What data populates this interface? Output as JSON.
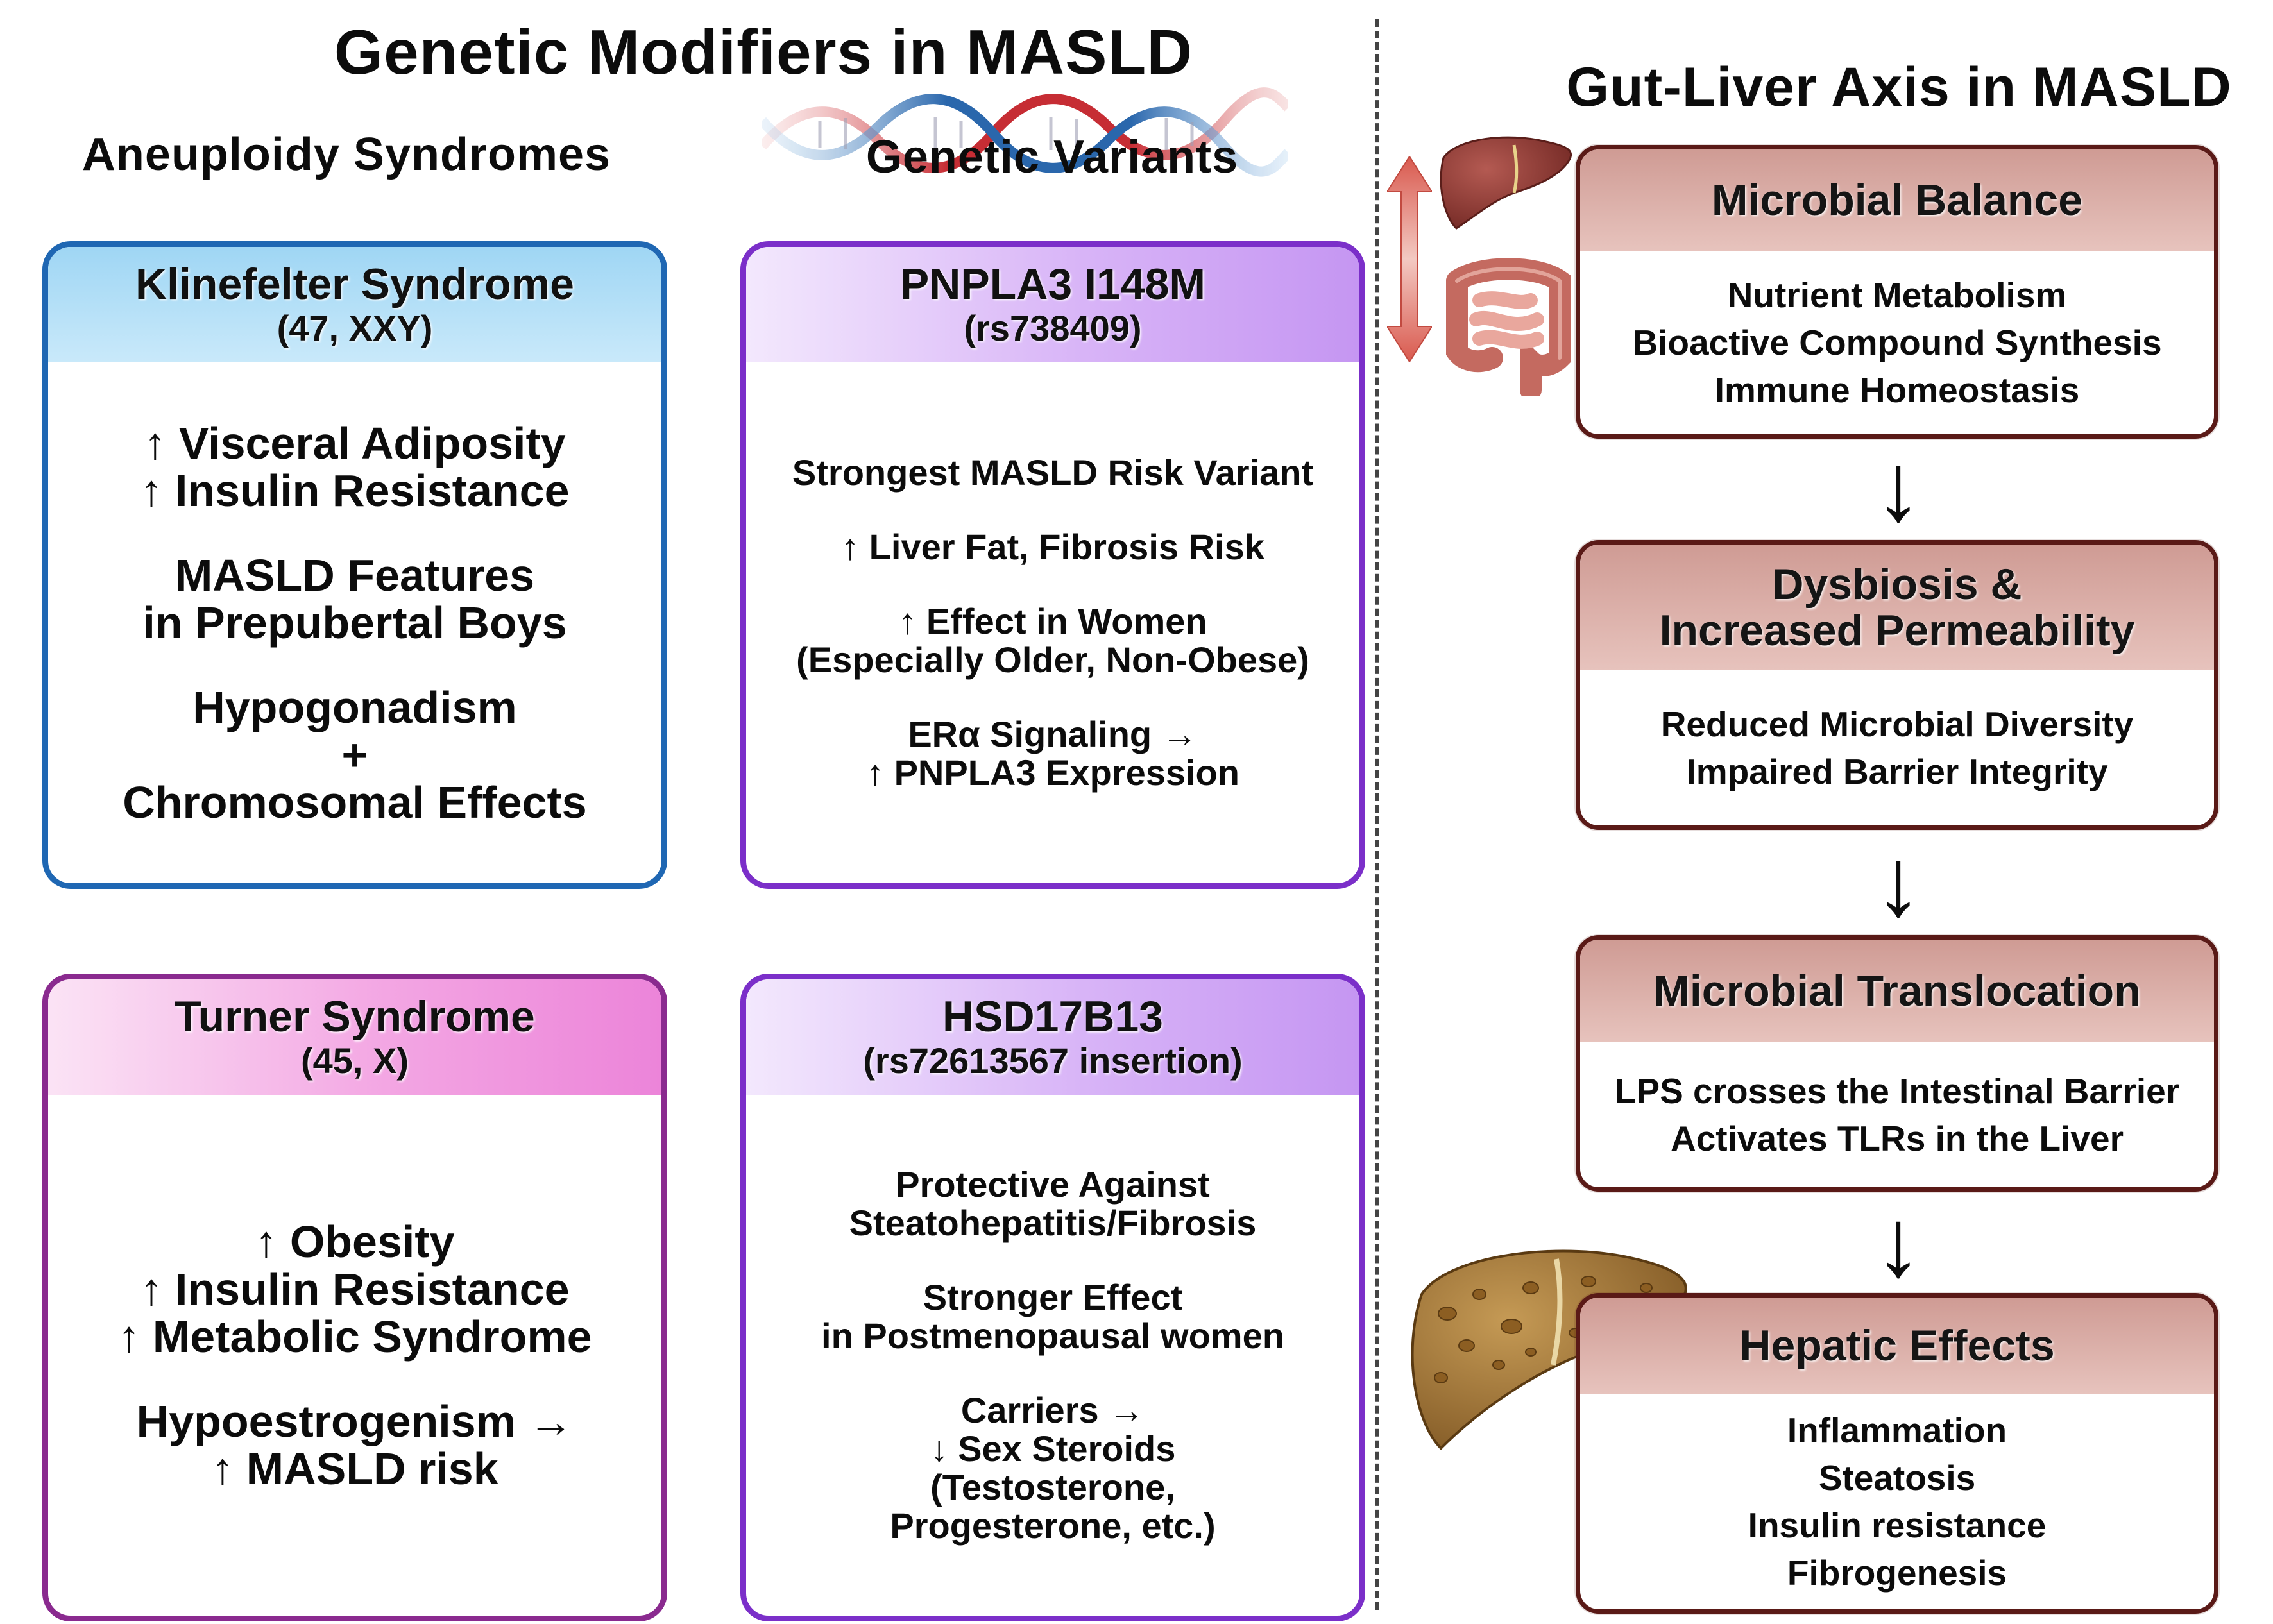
{
  "title": "Genetic Modifiers in MASLD",
  "aneuploidy": {
    "heading": "Aneuploidy Syndromes",
    "klinefelter": {
      "title": "Klinefelter Syndrome",
      "subtitle": "(47, XXY)",
      "lines": [
        "↑ Visceral Adiposity",
        "↑ Insulin Resistance",
        "MASLD Features",
        "in Prepubertal Boys",
        "Hypogonadism",
        "+",
        "Chromosomal Effects"
      ]
    },
    "turner": {
      "title": "Turner Syndrome",
      "subtitle": "(45, X)",
      "lines": [
        "↑ Obesity",
        "↑ Insulin Resistance",
        "↑ Metabolic Syndrome",
        "Hypoestrogenism →",
        "↑ MASLD risk"
      ]
    }
  },
  "variants": {
    "heading": "Genetic Variants",
    "pnpla3": {
      "title": "PNPLA3 I148M",
      "subtitle": "(rs738409)",
      "lines": [
        "Strongest MASLD Risk Variant",
        "↑ Liver Fat, Fibrosis Risk",
        "↑ Effect in Women",
        "(Especially Older, Non-Obese)",
        "ERα Signaling →",
        "↑ PNPLA3 Expression"
      ]
    },
    "hsd17b13": {
      "title": "HSD17B13",
      "subtitle": "(rs72613567 insertion)",
      "lines": [
        "Protective Against",
        "Steatohepatitis/Fibrosis",
        "Stronger Effect",
        "in Postmenopausal women",
        "Carriers →",
        "↓ Sex Steroids",
        "(Testosterone,",
        "Progesterone, etc.)"
      ]
    }
  },
  "gut_liver": {
    "heading": "Gut-Liver Axis in MASLD",
    "boxes": [
      {
        "title": "Microbial Balance",
        "lines": [
          "Nutrient Metabolism",
          "Bioactive Compound Synthesis",
          "Immune Homeostasis"
        ]
      },
      {
        "title": "Dysbiosis &",
        "title2": "Increased Permeability",
        "lines": [
          "Reduced Microbial Diversity",
          "Impaired Barrier Integrity"
        ]
      },
      {
        "title": "Microbial Translocation",
        "lines": [
          "LPS crosses the Intestinal Barrier",
          "Activates TLRs in the Liver"
        ]
      },
      {
        "title": "Hepatic Effects",
        "lines": [
          "Inflammation",
          "Steatosis",
          "Insulin resistance",
          "Fibrogenesis"
        ]
      }
    ],
    "flow_arrow": "↓"
  },
  "colors": {
    "klinefelter_border": "#1f67b3",
    "variant_border": "#7b2fc9",
    "turner_border": "#8a2a8f",
    "gut_border": "#5a1a17",
    "gut_header": "#cf9b94",
    "liver": "#8e3b35",
    "fatty_liver": "#a87b3c",
    "intestine": "#d98b82"
  },
  "icons": [
    "dna-icon",
    "liver-icon",
    "intestine-icon",
    "fatty-liver-icon",
    "double-arrow-icon"
  ]
}
